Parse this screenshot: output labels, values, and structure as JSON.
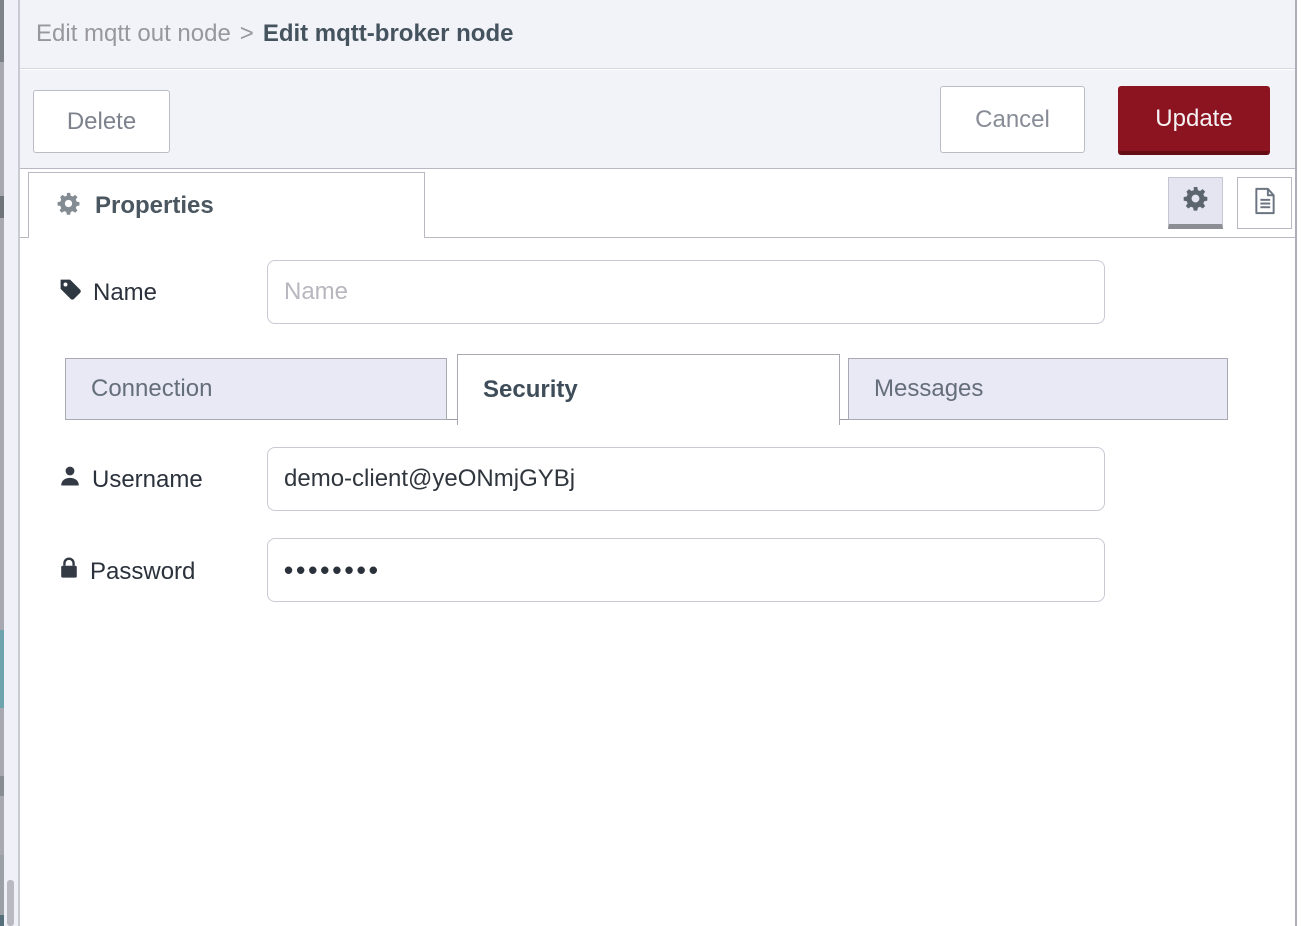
{
  "breadcrumb": {
    "parent": "Edit mqtt out node",
    "separator": ">",
    "current": "Edit mqtt-broker node"
  },
  "toolbar": {
    "delete_label": "Delete",
    "cancel_label": "Cancel",
    "update_label": "Update"
  },
  "tabs_header": {
    "properties_label": "Properties",
    "icons": [
      "gear-icon",
      "document-icon"
    ]
  },
  "form": {
    "name": {
      "label": "Name",
      "value": "",
      "placeholder": "Name"
    },
    "security_tabs": [
      {
        "label": "Connection",
        "active": false
      },
      {
        "label": "Security",
        "active": true
      },
      {
        "label": "Messages",
        "active": false
      }
    ],
    "username": {
      "label": "Username",
      "value": "demo-client@yeONmjGYBj"
    },
    "password": {
      "label": "Password",
      "masked_value": "••••••••"
    }
  },
  "colors": {
    "update_button": "#8c1421",
    "dialog_header_bg": "#f2f2f9",
    "inactive_tab_bg": "#e8e9f4",
    "active_text": "#3e4d59",
    "workspace_node_teal": "#6da4ae"
  }
}
